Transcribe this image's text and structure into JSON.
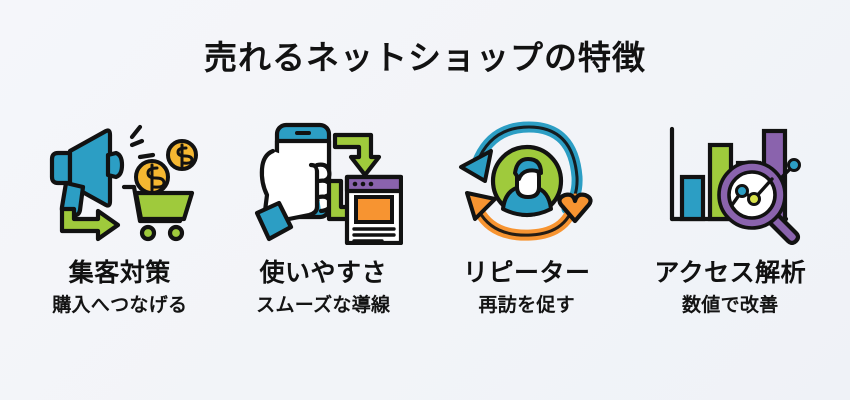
{
  "page": {
    "title": "売れるネットショップの特徴",
    "background_color": "#f4f5f9",
    "text_color": "#111111"
  },
  "palette": {
    "teal": "#2c9ec4",
    "green": "#9fca3c",
    "orange": "#f79431",
    "gold": "#f5b731",
    "purple": "#8a63ad",
    "outline": "#121212",
    "white": "#ffffff"
  },
  "features": [
    {
      "icon_name": "megaphone-cart-icon",
      "icon_description": "megaphone with arrow pointing to shopping cart with coins",
      "title": "集客対策",
      "subtitle": "購入へつなげる"
    },
    {
      "icon_name": "smartphone-browser-icon",
      "icon_description": "hand holding smartphone with arrows to browser window",
      "title": "使いやすさ",
      "subtitle": "スムーズな導線"
    },
    {
      "icon_name": "repeat-customer-icon",
      "icon_description": "circular arrows around user avatar with heart",
      "title": "リピーター",
      "subtitle": "再訪を促す"
    },
    {
      "icon_name": "analytics-magnifier-icon",
      "icon_description": "bar chart with magnifying glass over line graph",
      "title": "アクセス解析",
      "subtitle": "数値で改善"
    }
  ]
}
